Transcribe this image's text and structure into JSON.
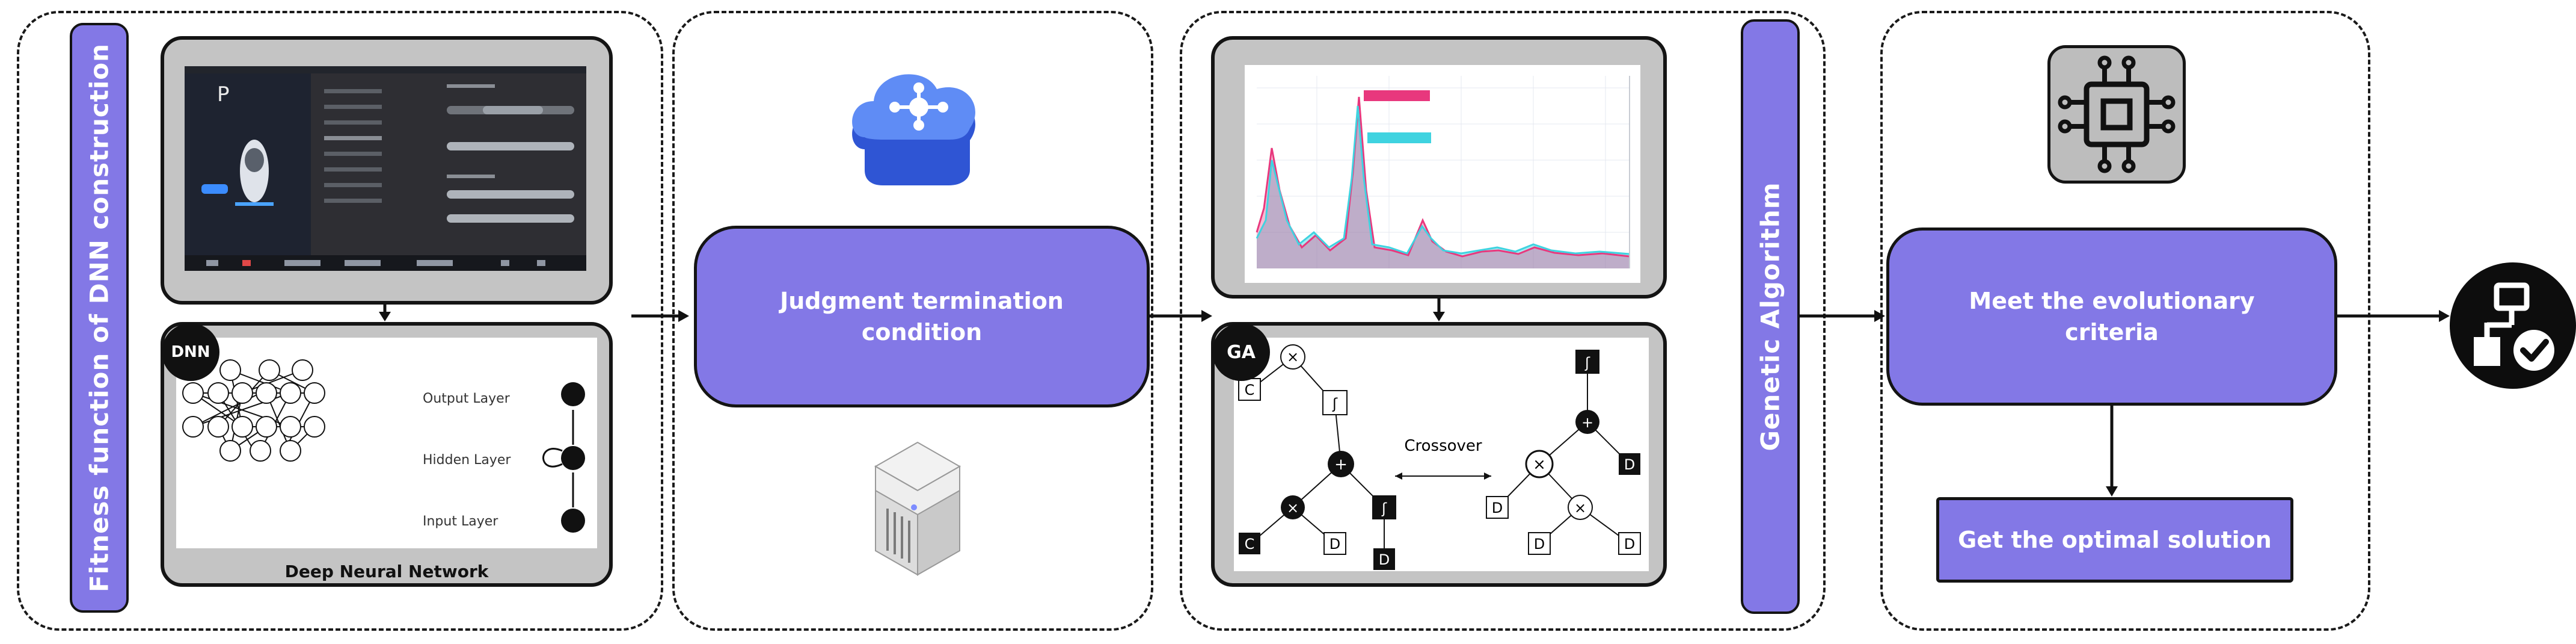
{
  "panels": {
    "fitness_label": "Fitness function of DNN construction",
    "dnn_badge": "DNN",
    "dnn_layers": [
      "Output Layer",
      "Hidden Layer",
      "Input Layer"
    ],
    "dnn_caption": "Deep Neural Network",
    "judgment_text": "Judgment termination condition",
    "ga_badge": "GA",
    "crossover_label": "Crossover",
    "genetic_label": "Genetic Algorithm",
    "meet_text": "Meet the evolutionary criteria",
    "optimal_text": "Get the optimal solution",
    "car_gear": "P"
  },
  "colors": {
    "purple": "#8378e6",
    "panel_gray": "#c4c4c4",
    "dark": "#141414",
    "chart_pink": "#e8387d",
    "chart_cyan": "#3fd3e0"
  },
  "icons": [
    "cloud-network-icon",
    "server-box-icon",
    "chip-icon",
    "workflow-check-icon"
  ],
  "ga_tree_nodes": {
    "left": [
      "×",
      "ʃ",
      "+",
      "×",
      "ʃ",
      "C",
      "C",
      "D",
      "D"
    ],
    "right": [
      "ʃ",
      "+",
      "×",
      "×",
      "D",
      "D",
      "D",
      "D"
    ]
  }
}
